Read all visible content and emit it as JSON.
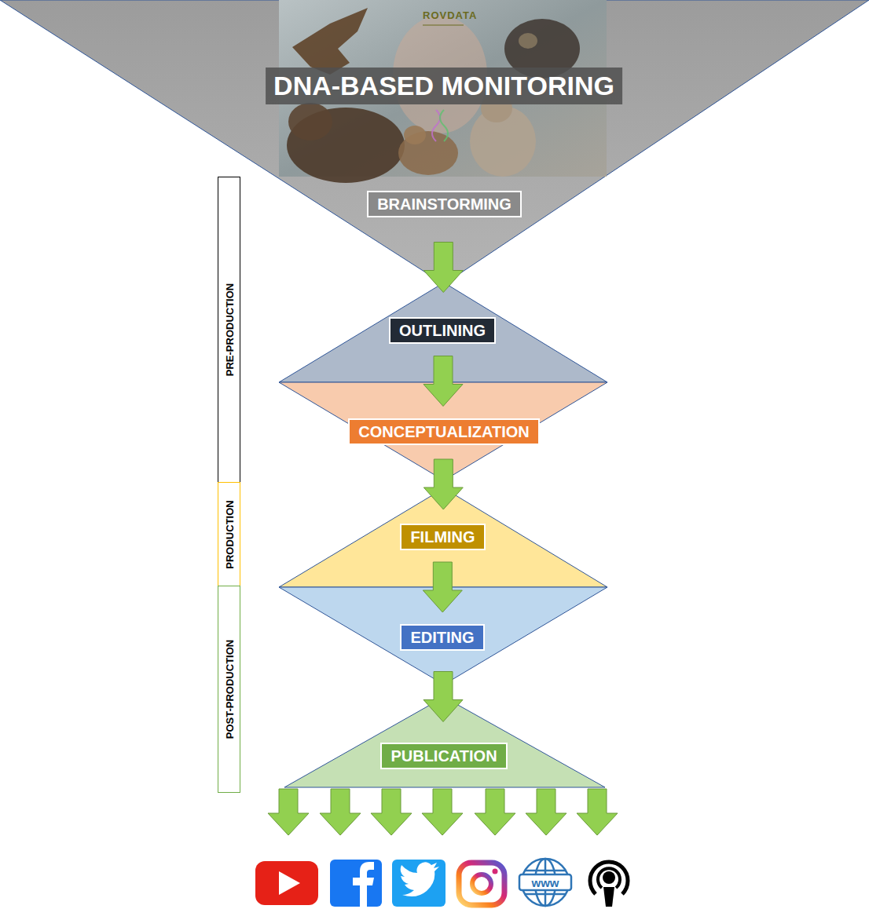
{
  "diagram": {
    "title": "DNA-BASED MONITORING",
    "nodes": [
      {
        "text": [
          "BRAINSTORMING"
        ]
      },
      {
        "text": [
          "OUTLINING"
        ]
      },
      {
        "text": [
          "CONCEPTUALIZATION"
        ]
      },
      {
        "text": [
          "FILMING"
        ]
      },
      {
        "text": [
          "EDITING"
        ]
      },
      {
        "text": [
          "PUBLICATION"
        ]
      },
      {
        "text": [
          "PRE-PRODUCTION"
        ]
      },
      {
        "text": [
          "PRODUCTION"
        ]
      },
      {
        "text": [
          "POST-PRODUCTION"
        ]
      }
    ],
    "edges": [
      {
        "from": 0,
        "to": 1,
        "arrow": "to"
      },
      {
        "from": 1,
        "to": 2,
        "arrow": "to"
      },
      {
        "from": 2,
        "to": 3,
        "arrow": "to"
      },
      {
        "from": 3,
        "to": 4,
        "arrow": "to"
      },
      {
        "from": 4,
        "to": 5,
        "arrow": "to"
      }
    ],
    "labels": [
      "ROVDATA",
      "www"
    ]
  }
}
